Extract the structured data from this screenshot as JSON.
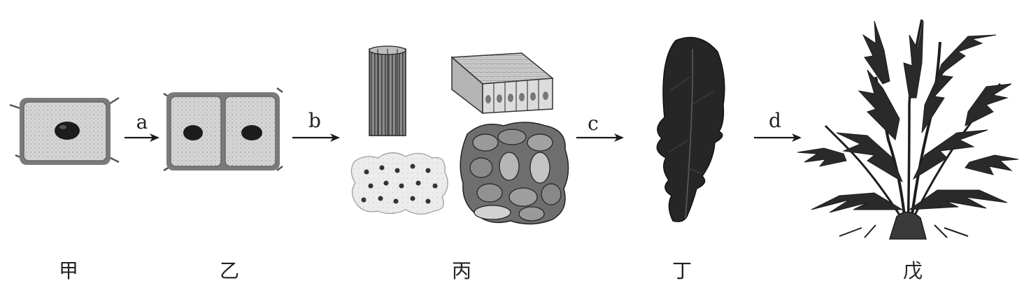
{
  "stages": [
    {
      "id": "jia",
      "label": "甲"
    },
    {
      "id": "yi",
      "label": "乙"
    },
    {
      "id": "bing",
      "label": "丙"
    },
    {
      "id": "ding",
      "label": "丁"
    },
    {
      "id": "wu",
      "label": "戊"
    }
  ],
  "arrows": [
    {
      "id": "a",
      "label": "a"
    },
    {
      "id": "b",
      "label": "b"
    },
    {
      "id": "c",
      "label": "c"
    },
    {
      "id": "d",
      "label": "d"
    }
  ]
}
